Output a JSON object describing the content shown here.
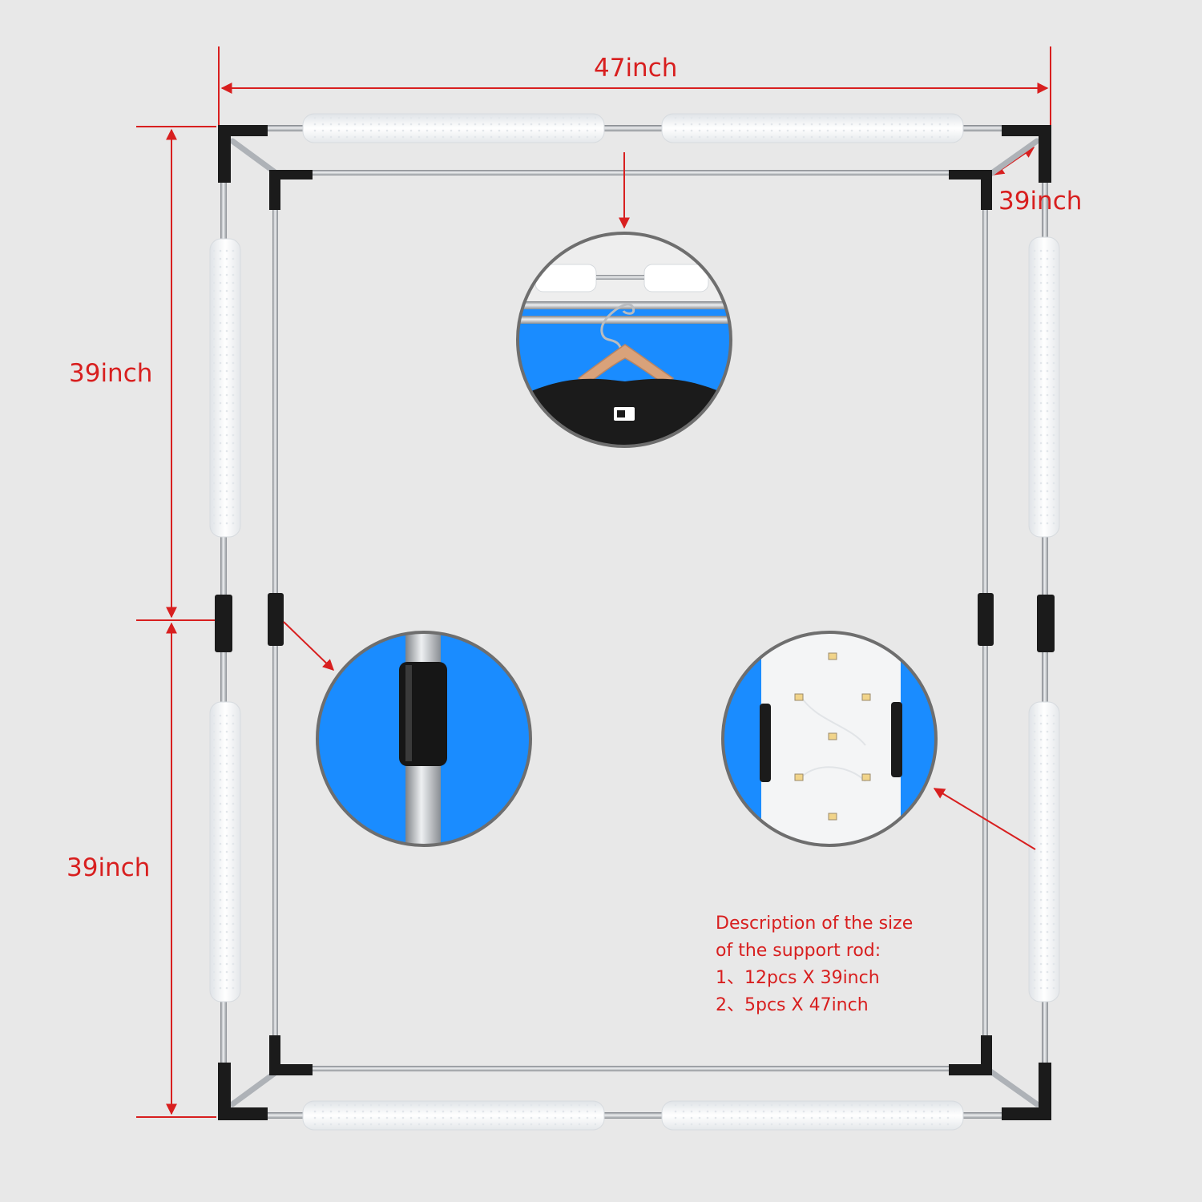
{
  "dimensions": {
    "width": "47inch",
    "depth": "39inch",
    "height_upper": "39inch",
    "height_lower": "39inch"
  },
  "description": {
    "lines": [
      "Description of the size",
      "of the support rod:",
      "1、12pcs X 39inch",
      "2、5pcs X 47inch"
    ]
  },
  "colors": {
    "background": "#e8e8e8",
    "dimension_red": "#d81f1f",
    "detail_blue": "#1a8cff",
    "connector_black": "#1b1b1b",
    "rod_silver": "#b9bcc0",
    "led_white": "#f7f9fb",
    "hanger_wood": "#d9a27a"
  },
  "icons": {
    "detail_hanger": "hanger-on-rod-icon",
    "detail_connector": "rod-connector-icon",
    "detail_led": "led-strip-icon",
    "shirt_logo": "mlb-logo-icon"
  }
}
